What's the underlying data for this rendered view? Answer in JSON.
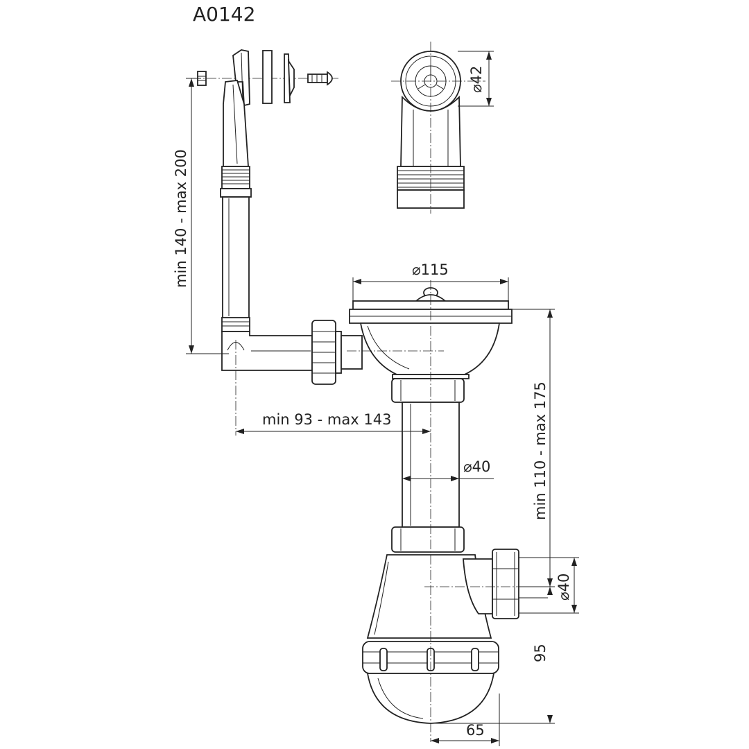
{
  "title": "A0142",
  "dimensions": {
    "outlet_diameter_top": "⌀42",
    "sink_diameter": "⌀115",
    "overflow_height": "min 140 - max 200",
    "overflow_offset": "min 93 - max 143",
    "trap_height": "min 110 - max 175",
    "pipe_diameter": "⌀40",
    "outlet_diameter_side": "⌀40",
    "bottle_height": "95",
    "bottle_offset": "65"
  }
}
